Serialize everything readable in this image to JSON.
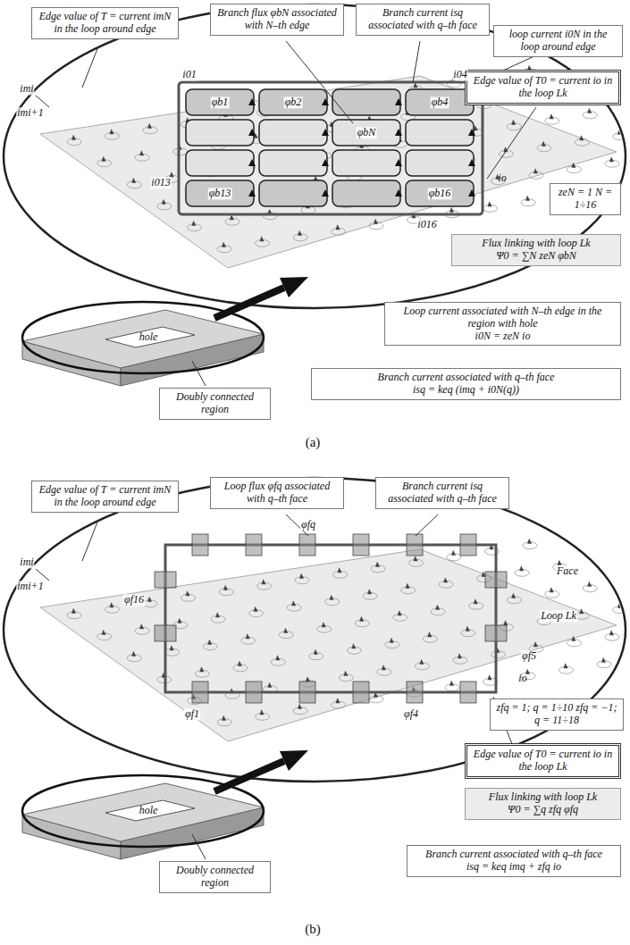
{
  "diagram": {
    "nodes": [
      {
        "text": [
          "Edge value of T = current imN in the loop around edge"
        ]
      },
      {
        "text": [
          "Branch flux φbN associated with N–th edge"
        ]
      },
      {
        "text": [
          "Branch current isq associated with q–th face"
        ]
      },
      {
        "text": [
          "loop current i0N in the loop around edge"
        ]
      },
      {
        "text": [
          "Edge value of T0 = current io in the loop Lk"
        ]
      },
      {
        "text": [
          "zeN = 1 N = 1÷16"
        ]
      },
      {
        "text": [
          "Flux linking with loop Lk",
          "Ψ0 = ∑N zeN φbN"
        ]
      },
      {
        "text": [
          "Loop current associated with N–th edge in the region with hole",
          "i0N = zeN io"
        ]
      },
      {
        "text": [
          "Branch current associated with q–th face",
          "isq = keq (imq + i0N(q))"
        ]
      },
      {
        "text": [
          "Doubly connected region"
        ]
      },
      {
        "text": [
          "Edge value of T = current imN in the loop around edge"
        ]
      },
      {
        "text": [
          "Loop flux φfq associated with q–th face"
        ]
      },
      {
        "text": [
          "Branch current isq associated with q–th face"
        ]
      },
      {
        "text": [
          "zfq = 1; q = 1÷10 zfq = −1; q = 11÷18"
        ]
      },
      {
        "text": [
          "Edge value of T0 = current io in the loop Lk"
        ]
      },
      {
        "text": [
          "Flux linking with loop Lk",
          "Ψ0 = ∑q zfq φfq"
        ]
      },
      {
        "text": [
          "Branch current associated with q–th face",
          "isq = keq imq + zfq io"
        ]
      },
      {
        "text": [
          "Doubly connected region"
        ]
      }
    ],
    "labels": [
      "i01",
      "i04",
      "φb1",
      "φb2",
      "φbN",
      "φb4",
      "i013",
      "φb13",
      "φb16",
      "i016",
      "io",
      "imi",
      "imi+1",
      "hole",
      "(a)",
      "imi",
      "imi+1",
      "φfq",
      "φf16",
      "φf5",
      "φf4",
      "φf1",
      "Face",
      "Loop Lk",
      "io",
      "hole",
      "(b)"
    ]
  }
}
